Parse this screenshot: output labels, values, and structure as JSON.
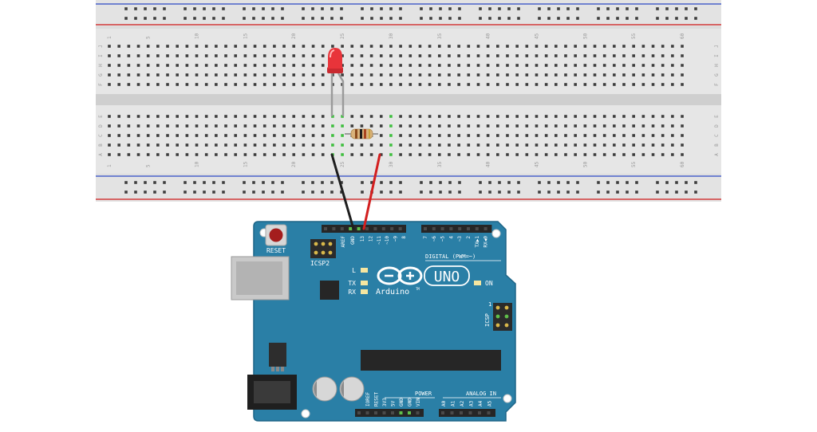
{
  "breadboard": {
    "col_numbers_top": [
      "1",
      "5",
      "10",
      "15",
      "20",
      "25",
      "30",
      "35",
      "40",
      "45",
      "50",
      "55",
      "60"
    ],
    "col_numbers_bottom": [
      "1",
      "5",
      "10",
      "15",
      "20",
      "25",
      "30",
      "35",
      "40",
      "45",
      "50",
      "55",
      "60"
    ],
    "row_letters_top": [
      "J",
      "I",
      "H",
      "G",
      "F"
    ],
    "row_letters_bottom": [
      "E",
      "D",
      "C",
      "B",
      "A"
    ]
  },
  "components": {
    "led": {
      "name": "LED",
      "color": "#e8343a"
    },
    "resistor": {
      "name": "Resistor"
    },
    "wire_gnd": {
      "color": "#1e1e1e"
    },
    "wire_signal": {
      "color": "#d31f1f"
    }
  },
  "arduino": {
    "logo_text": "Arduino",
    "trademark": "TM",
    "model": "UNO",
    "reset_label": "RESET",
    "icsp2_label": "ICSP2",
    "icsp_label": "ICSP",
    "icsp_pin1": "1",
    "digital_label": "DIGITAL (PWM=~)",
    "power_label": "POWER",
    "analog_label": "ANALOG IN",
    "on_label": "ON",
    "l_label": "L",
    "tx_label": "TX",
    "rx_label": "RX",
    "aref": "AREF",
    "gnd": "GND",
    "pins_left": [
      "13",
      "12",
      "~11",
      "~10",
      "~9",
      "8"
    ],
    "pins_right": [
      "7",
      "~6",
      "~5",
      "4",
      "~3",
      "2",
      "TX▶1",
      "RX◀0"
    ],
    "power_pins": [
      "IOREF",
      "RESET",
      "3V3",
      "5V",
      "GND",
      "GND",
      "VIN"
    ],
    "analog_pins": [
      "A0",
      "A1",
      "A2",
      "A3",
      "A4",
      "A5"
    ],
    "board_color": "#2a7fa6"
  }
}
